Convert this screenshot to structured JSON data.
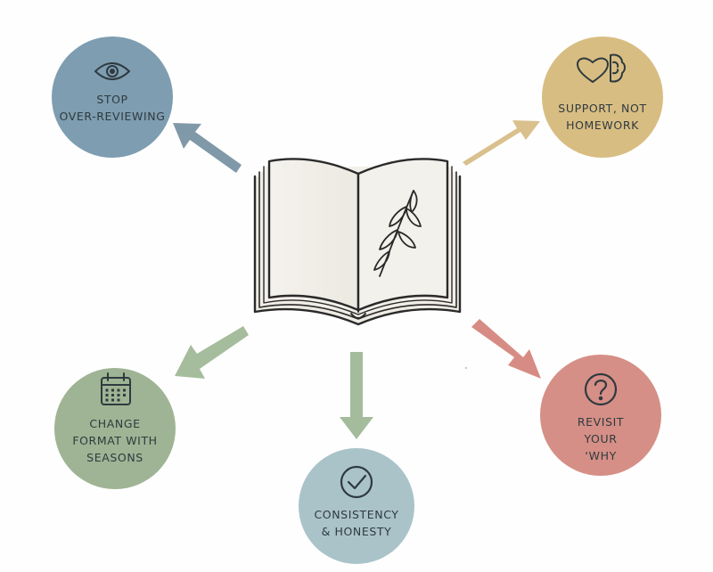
{
  "nodes": [
    {
      "id": "stop-over-reviewing",
      "lines": [
        "STOP",
        "OVER-REVIEWING"
      ],
      "icon": "eye-icon",
      "color": "#7e9db0"
    },
    {
      "id": "support-not-homework",
      "lines": [
        "SUPPORT, NOT",
        "HOMEWORK"
      ],
      "icon": "heart-brain-icon",
      "color": "#d8bd82"
    },
    {
      "id": "change-format-with-seasons",
      "lines": [
        "CHANGE",
        "FORMAT WITH",
        "SEASONS"
      ],
      "icon": "calendar-icon",
      "color": "#9fb494"
    },
    {
      "id": "consistency-honesty",
      "lines": [
        "CONSISTENCY",
        "& HONESTY"
      ],
      "icon": "checkmark-circle-icon",
      "color": "#a9c3c9"
    },
    {
      "id": "revisit-your-why",
      "lines": [
        "REVISIT",
        "YOUR",
        "‘WHY"
      ],
      "icon": "question-mark-icon",
      "color": "#d58f86"
    }
  ],
  "center": {
    "icon": "open-book-icon",
    "decoration": "leaf-sprig-icon"
  }
}
